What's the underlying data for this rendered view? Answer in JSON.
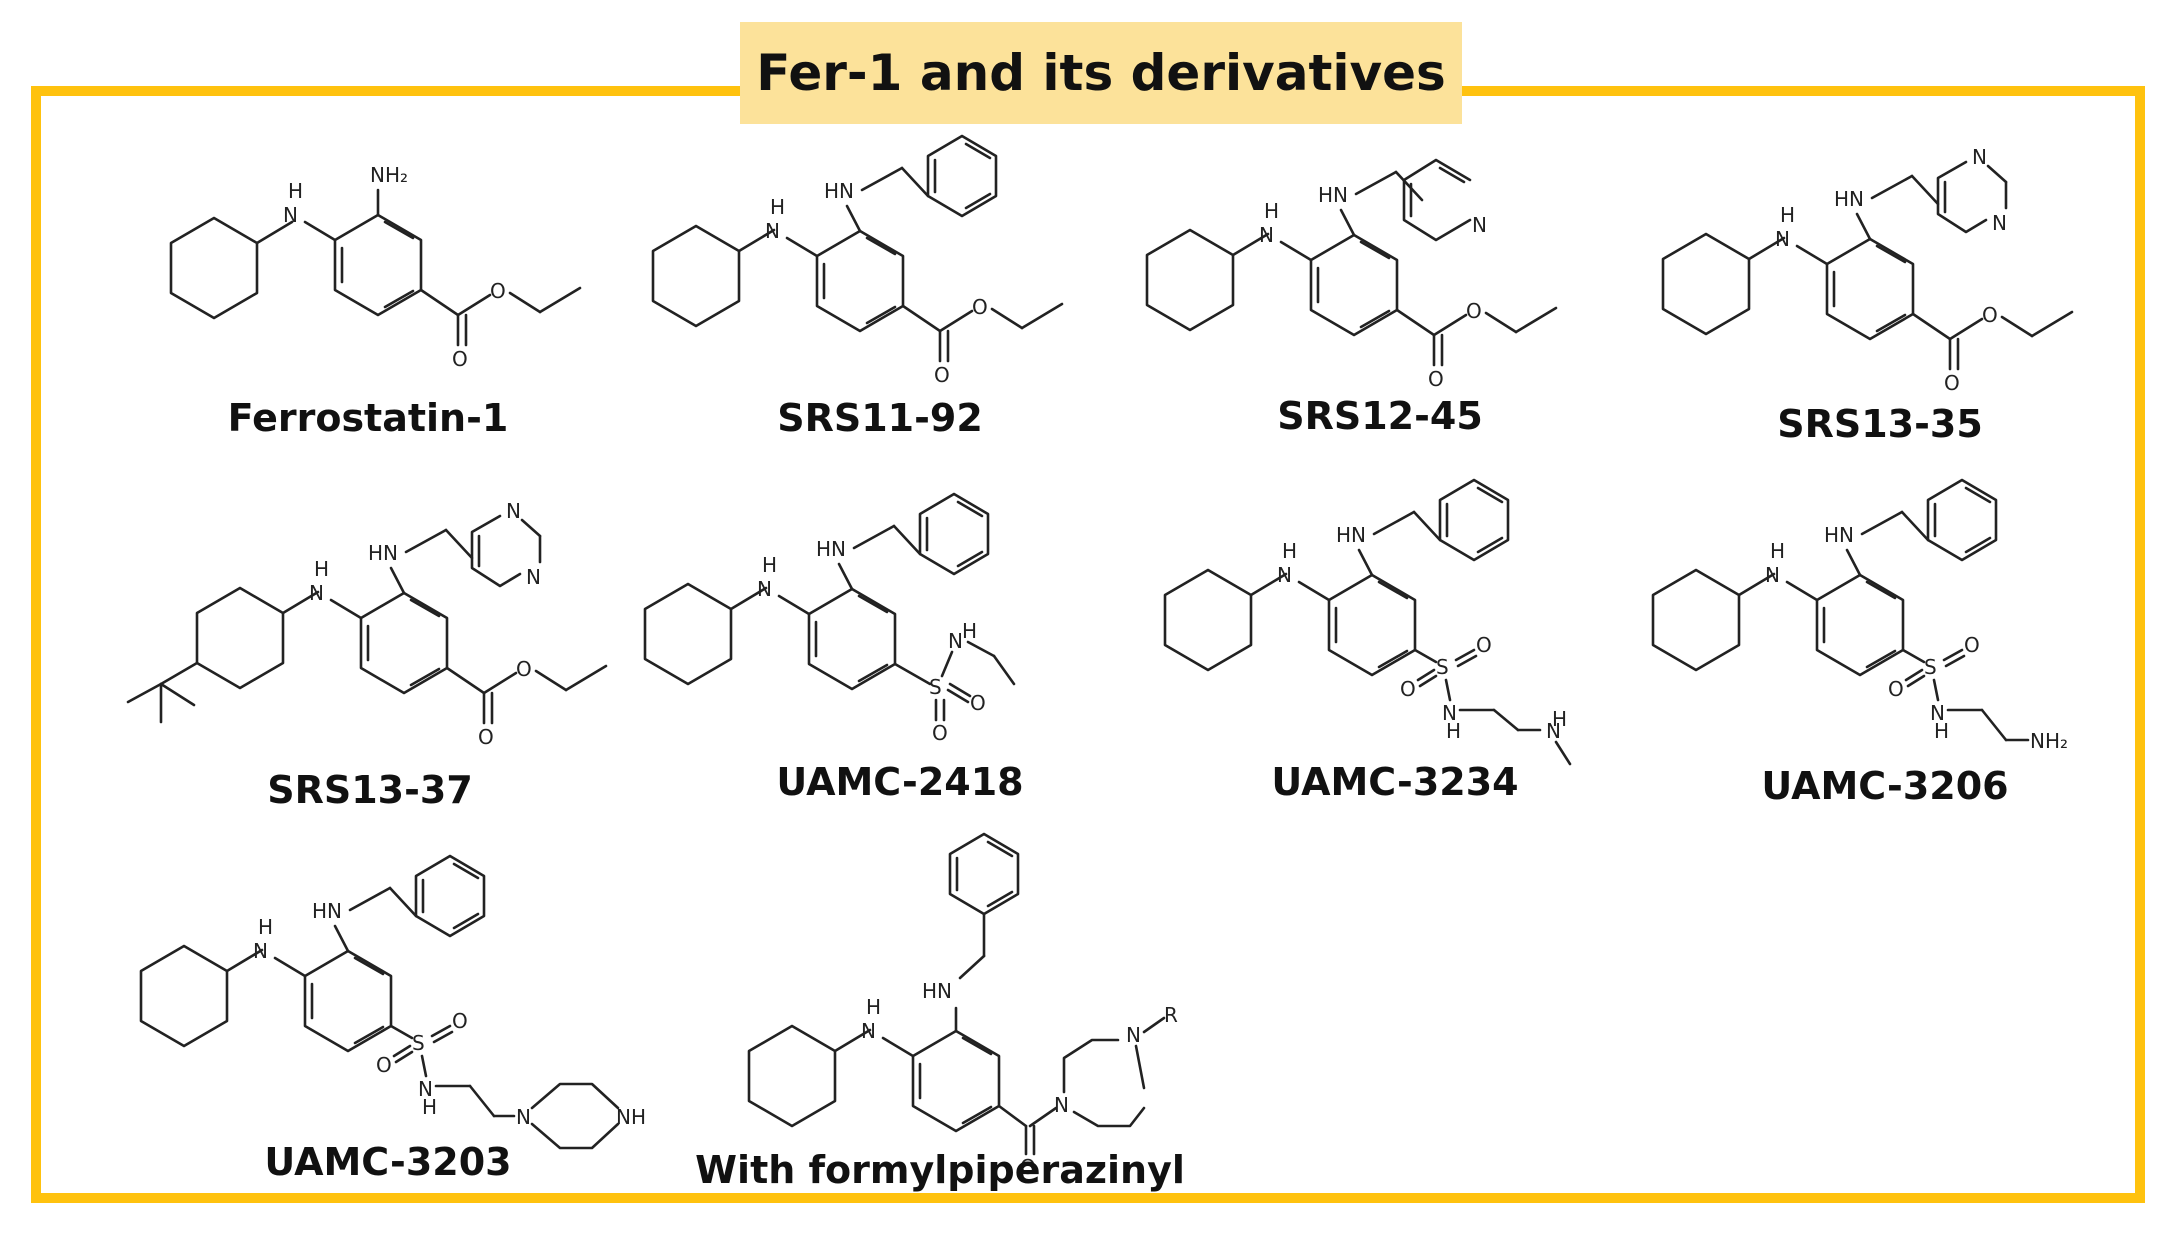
{
  "header": {
    "title": "Fer-1 and its derivatives"
  },
  "compounds": [
    {
      "name": "Ferrostatin-1"
    },
    {
      "name": "SRS11-92"
    },
    {
      "name": "SRS12-45"
    },
    {
      "name": "SRS13-35"
    },
    {
      "name": "SRS13-37"
    },
    {
      "name": "UAMC-2418"
    },
    {
      "name": "UAMC-3234"
    },
    {
      "name": "UAMC-3206"
    },
    {
      "name": "UAMC-3203"
    },
    {
      "name": "With formylpiperazinyl"
    }
  ],
  "atoms": {
    "nh": "H",
    "n": "N",
    "hn": "HN",
    "o": "O",
    "s": "S",
    "nh2": "NH₂",
    "nhw": "NH",
    "r": "R"
  }
}
